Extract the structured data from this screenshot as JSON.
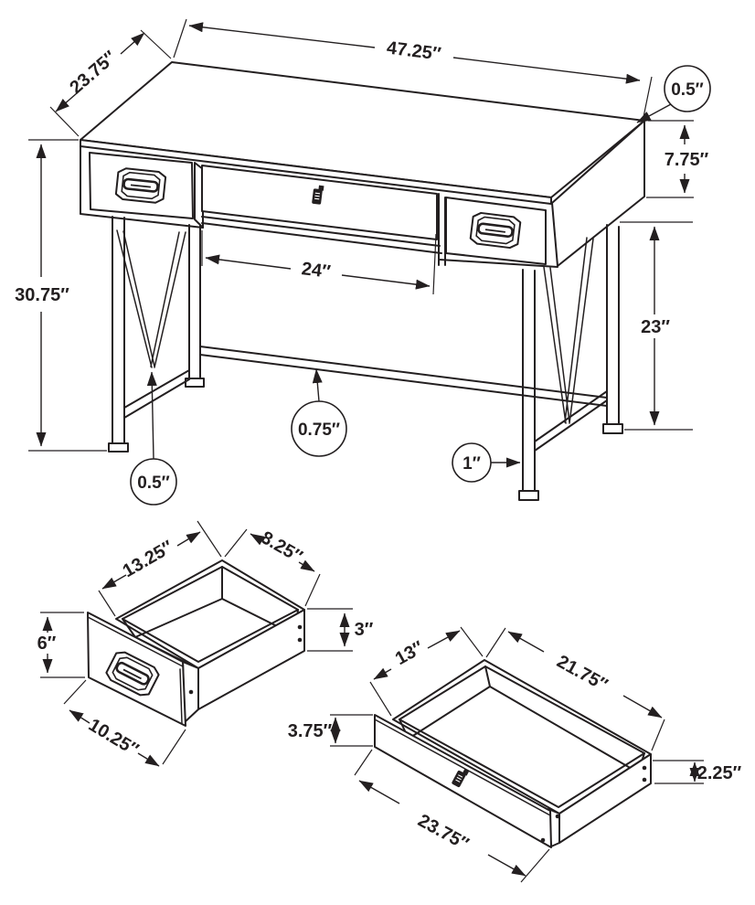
{
  "colors": {
    "ink": "#231f20",
    "paper": "#ffffff"
  },
  "figures": {
    "desk": {
      "dims": {
        "top_length": "47.25″",
        "top_depth": "23.75″",
        "top_thickness": "0.5″",
        "side_height": "7.75″",
        "overall_height": "30.75″",
        "knee_space_width": "24″",
        "under_clearance": "23″",
        "stretcher_thickness": "0.75″",
        "brace_thickness": "0.5″",
        "leg_width": "1″"
      }
    },
    "small_drawer": {
      "dims": {
        "inner_length": "13.25″",
        "inner_width": "8.25″",
        "inner_depth": "3″",
        "front_height": "6″",
        "front_width": "10.25″"
      }
    },
    "large_drawer": {
      "dims": {
        "inner_width": "13″",
        "inner_length": "21.75″",
        "front_height": "3.75″",
        "side_height": "2.25″",
        "front_width": "23.75″"
      }
    }
  }
}
